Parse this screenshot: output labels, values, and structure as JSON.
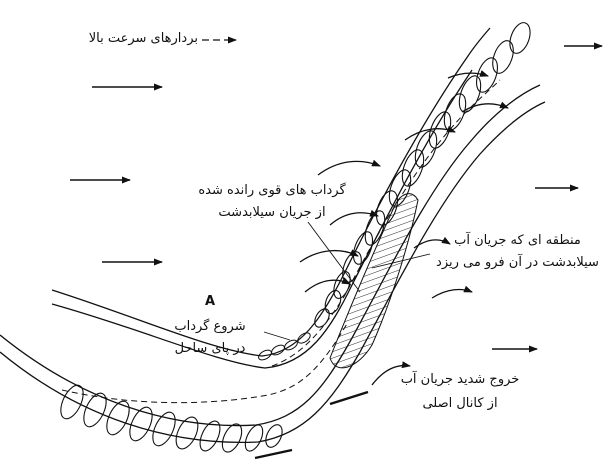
{
  "legend": {
    "text": "بردارهای سرعت بالا"
  },
  "labels": {
    "strong_vortices_line1": "گرداب های قوی رانده شده",
    "strong_vortices_line2": "از جریان سیلابدشت",
    "inflow_zone_line1": "منطقه ای که جریان آب",
    "inflow_zone_line2": "سیلابدشت در آن فرو می ریزد",
    "point_a": "A",
    "vortex_start_line1": "شروع گرداب",
    "vortex_start_line2": "در پای ساحل",
    "outflow_line1": "خروج شدید جریان آب",
    "outflow_line2": "از کانال اصلی"
  },
  "colors": {
    "ink": "#111111",
    "background": "#ffffff"
  },
  "icons": {
    "legend": "dashed-arrow-icon",
    "flow": "arrow-icon"
  }
}
